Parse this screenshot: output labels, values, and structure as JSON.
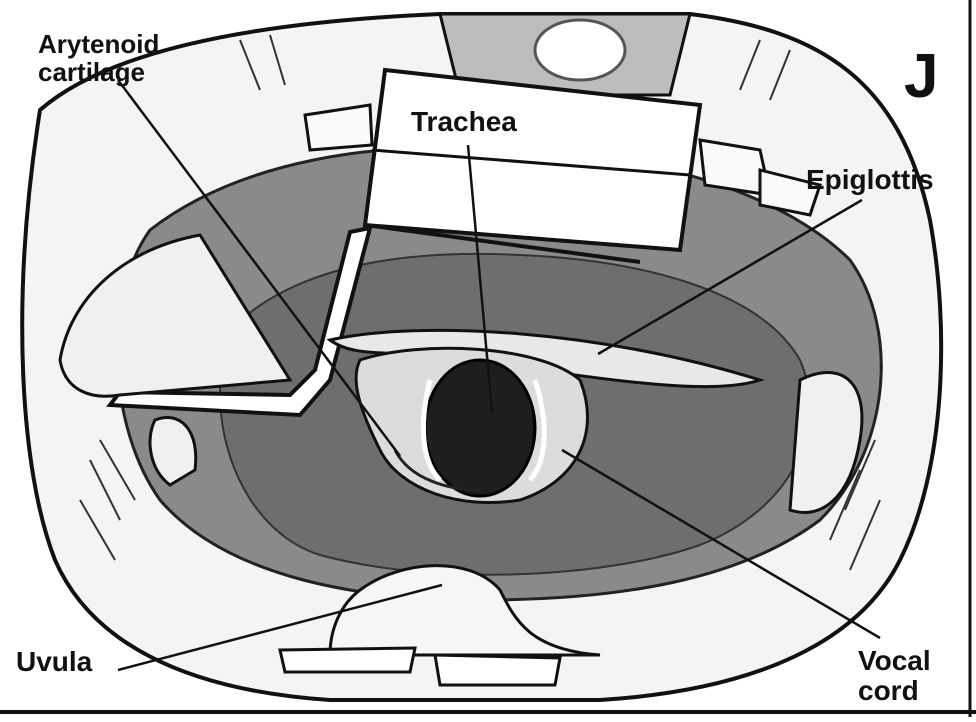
{
  "figure": {
    "panel_letter": "J",
    "labels": {
      "arytenoid_line1": "Arytenoid",
      "arytenoid_line2": "cartilage",
      "trachea": "Trachea",
      "epiglottis": "Epiglottis",
      "uvula": "Uvula",
      "vocal_line1": "Vocal",
      "vocal_line2": "cord"
    }
  }
}
